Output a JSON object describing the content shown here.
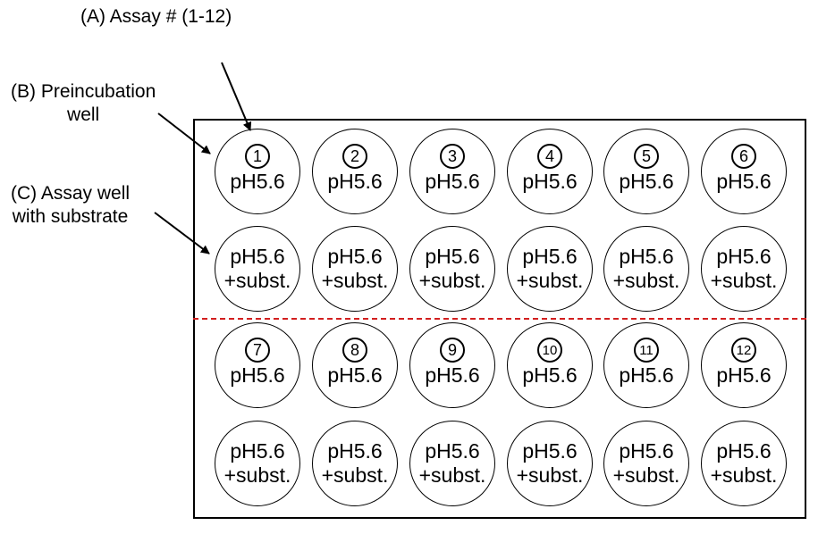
{
  "labels": {
    "assay_number": "(A) Assay # (1-12)",
    "preincubation": [
      "(B) Preincubation",
      "well"
    ],
    "assay_well": [
      "(C) Assay well",
      "with substrate"
    ]
  },
  "colors": {
    "divider": "#d21f1f",
    "stroke": "#000000"
  },
  "plate": {
    "rows": [
      {
        "type": "preincubation",
        "wells": [
          {
            "num": "1",
            "text": [
              "pH5.6"
            ]
          },
          {
            "num": "2",
            "text": [
              "pH5.6"
            ]
          },
          {
            "num": "3",
            "text": [
              "pH5.6"
            ]
          },
          {
            "num": "4",
            "text": [
              "pH5.6"
            ]
          },
          {
            "num": "5",
            "text": [
              "pH5.6"
            ]
          },
          {
            "num": "6",
            "text": [
              "pH5.6"
            ]
          }
        ]
      },
      {
        "type": "assay",
        "wells": [
          {
            "text": [
              "pH5.6",
              "+subst."
            ]
          },
          {
            "text": [
              "pH5.6",
              "+subst."
            ]
          },
          {
            "text": [
              "pH5.6",
              "+subst."
            ]
          },
          {
            "text": [
              "pH5.6",
              "+subst."
            ]
          },
          {
            "text": [
              "pH5.6",
              "+subst."
            ]
          },
          {
            "text": [
              "pH5.6",
              "+subst."
            ]
          }
        ]
      },
      {
        "type": "preincubation",
        "wells": [
          {
            "num": "7",
            "text": [
              "pH5.6"
            ]
          },
          {
            "num": "8",
            "text": [
              "pH5.6"
            ]
          },
          {
            "num": "9",
            "text": [
              "pH5.6"
            ]
          },
          {
            "num": "10",
            "text": [
              "pH5.6"
            ]
          },
          {
            "num": "11",
            "text": [
              "pH5.6"
            ]
          },
          {
            "num": "12",
            "text": [
              "pH5.6"
            ]
          }
        ]
      },
      {
        "type": "assay",
        "wells": [
          {
            "text": [
              "pH5.6",
              "+subst."
            ]
          },
          {
            "text": [
              "pH5.6",
              "+subst."
            ]
          },
          {
            "text": [
              "pH5.6",
              "+subst."
            ]
          },
          {
            "text": [
              "pH5.6",
              "+subst."
            ]
          },
          {
            "text": [
              "pH5.6",
              "+subst."
            ]
          },
          {
            "text": [
              "pH5.6",
              "+subst."
            ]
          }
        ]
      }
    ]
  }
}
